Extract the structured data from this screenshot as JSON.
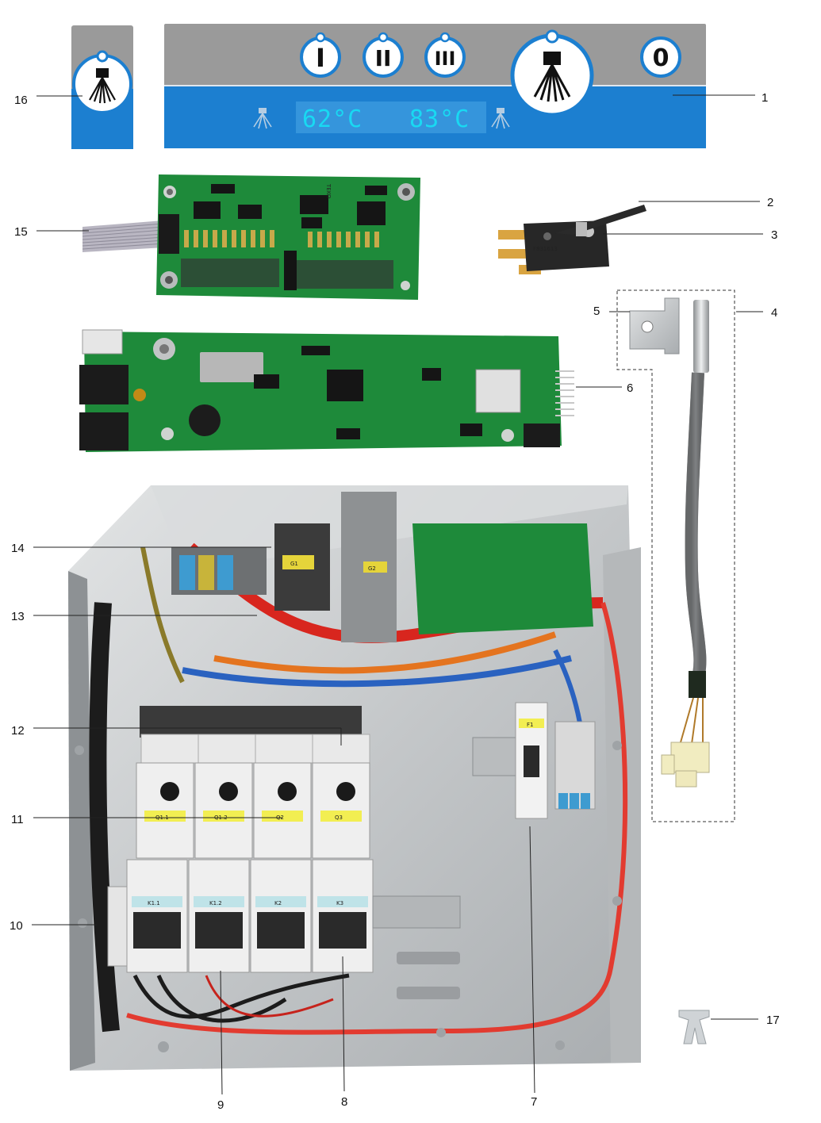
{
  "control_panel": {
    "buttons": [
      "I",
      "II",
      "III",
      "0"
    ],
    "display": {
      "left_temp": "62°C",
      "right_temp": "83°C"
    }
  },
  "callouts": [
    "1",
    "2",
    "3",
    "4",
    "5",
    "6",
    "7",
    "8",
    "9",
    "10",
    "11",
    "12",
    "13",
    "14",
    "15",
    "16",
    "17"
  ],
  "component_labels": {
    "pcb_brand": "TEKO",
    "microswitch_text": "F831613",
    "breakers": [
      "Q1.1",
      "Q1.2",
      "Q2",
      "Q3"
    ],
    "contactors": [
      "K1.1",
      "K1.2",
      "K2",
      "K3"
    ],
    "fuse": "F1",
    "psu_labels": [
      "G1",
      "G2"
    ]
  },
  "colors": {
    "panel_blue": "#1c7fd0",
    "panel_grey": "#9a9a9a",
    "pcb_green": "#1e8a3a",
    "lcd_cyan": "#19d9f2",
    "wire_red": "#d8261e",
    "steel": "#c9ccce"
  }
}
